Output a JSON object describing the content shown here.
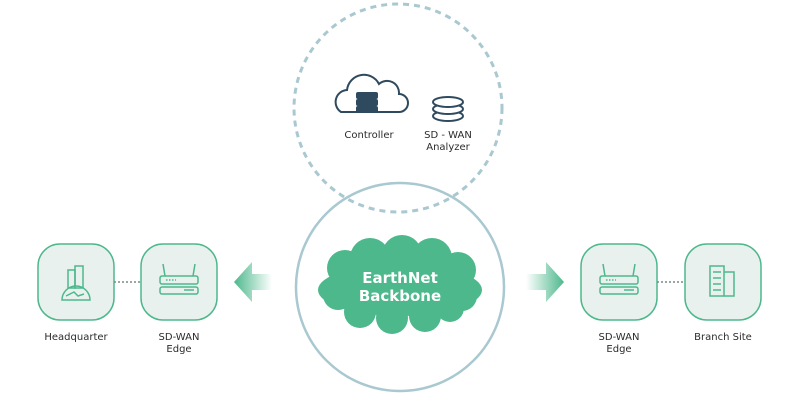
{
  "diagram": {
    "core": {
      "label_line1": "EarthNet",
      "label_line2": "Backbone"
    },
    "management": {
      "controller": {
        "label": "Controller",
        "icon": "cloud-server-icon"
      },
      "analyzer": {
        "label_line1": "SD - WAN",
        "label_line2": "Analyzer",
        "icon": "database-icon"
      }
    },
    "left": {
      "site": {
        "label": "Headquarter",
        "icon": "headquarter-building-icon"
      },
      "edge": {
        "label_line1": "SD-WAN",
        "label_line2": "Edge",
        "icon": "router-icon"
      },
      "arrow": "arrow-left-icon"
    },
    "right": {
      "edge": {
        "label_line1": "SD-WAN",
        "label_line2": "Edge",
        "icon": "router-icon"
      },
      "site": {
        "label": "Branch Site",
        "icon": "branch-building-icon"
      },
      "arrow": "arrow-right-icon"
    },
    "colors": {
      "accent": "#4db88c",
      "node_fill": "#e8f1ee",
      "circle": "#a9c8d0",
      "icon_dark": "#2f4a5e"
    }
  }
}
